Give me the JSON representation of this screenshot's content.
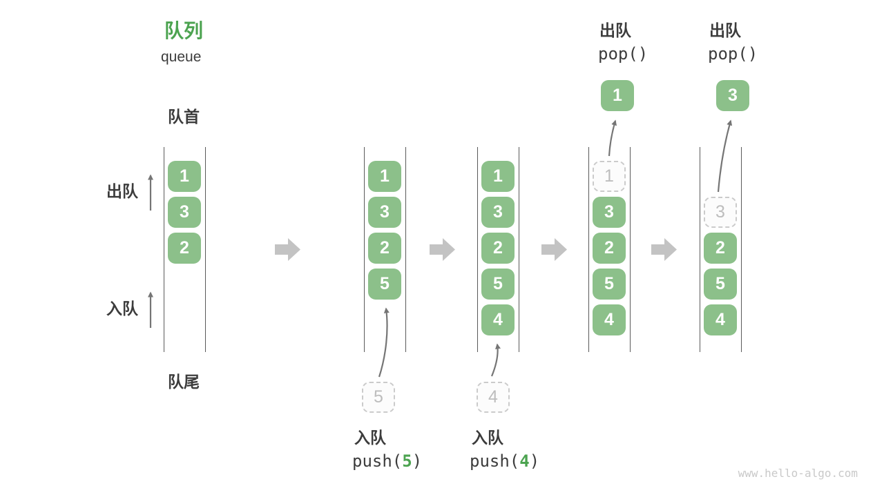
{
  "title": {
    "zh": "队列",
    "en": "queue"
  },
  "side_labels": {
    "front": "队首",
    "rear": "队尾",
    "dequeue": "出队",
    "enqueue": "入队"
  },
  "watermark": "www.hello-algo.com",
  "colors": {
    "box_green": "#8cc08a",
    "accent_green": "#4ca350",
    "arrow_gray": "#c3c3c3",
    "line_gray": "#757575",
    "ghost_text": "#bdbdbd"
  },
  "states": [
    {
      "cells": [
        "1",
        "3",
        "2"
      ]
    },
    {
      "cells": [
        "1",
        "3",
        "2",
        "5"
      ],
      "pending": "5",
      "op": {
        "zh": "入队",
        "fn": "push(",
        "arg": "5",
        "end": ")"
      }
    },
    {
      "cells": [
        "1",
        "3",
        "2",
        "5",
        "4"
      ],
      "pending": "4",
      "op": {
        "zh": "入队",
        "fn": "push(",
        "arg": "4",
        "end": ")"
      }
    },
    {
      "cells": [
        "1",
        "3",
        "2",
        "5",
        "4"
      ],
      "ghost_index": 0,
      "popped": "1",
      "op": {
        "zh": "出队",
        "fn": "pop()"
      }
    },
    {
      "cells": [
        "3",
        "2",
        "5",
        "4"
      ],
      "ghost_index": 0,
      "popped": "3",
      "op": {
        "zh": "出队",
        "fn": "pop()"
      }
    }
  ]
}
